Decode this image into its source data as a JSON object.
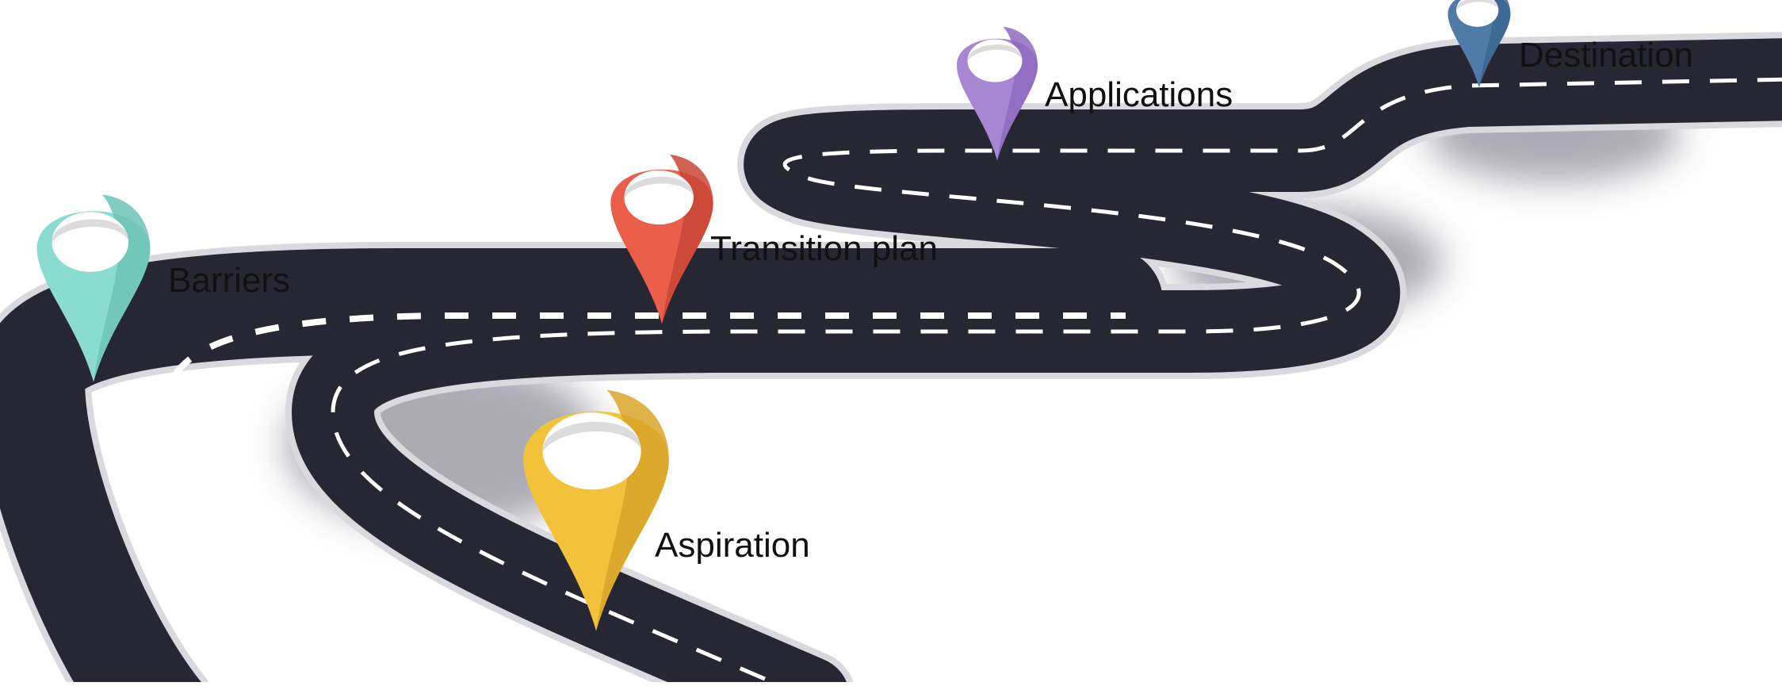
{
  "milestones": [
    {
      "id": "aspiration",
      "label": "Aspiration",
      "color": "#F2C23A",
      "shade": "#D9A42A",
      "pin_icon": "location-pin-icon"
    },
    {
      "id": "barriers",
      "label": "Barriers",
      "color": "#8ADCD0",
      "shade": "#6CC3B6",
      "pin_icon": "location-pin-icon"
    },
    {
      "id": "transition",
      "label": "Transition plan",
      "color": "#EB5E4A",
      "shade": "#C94735",
      "pin_icon": "location-pin-icon"
    },
    {
      "id": "applications",
      "label": "Applications",
      "color": "#A787D3",
      "shade": "#8E6BBF",
      "pin_icon": "location-pin-icon"
    },
    {
      "id": "destination",
      "label": "Destination",
      "color": "#4E7BA7",
      "shade": "#3C6690",
      "pin_icon": "location-pin-icon"
    }
  ],
  "road": {
    "asphalt": "#272633",
    "curb": "#D9D9DE",
    "lane_marking": "#FFFFFF"
  }
}
